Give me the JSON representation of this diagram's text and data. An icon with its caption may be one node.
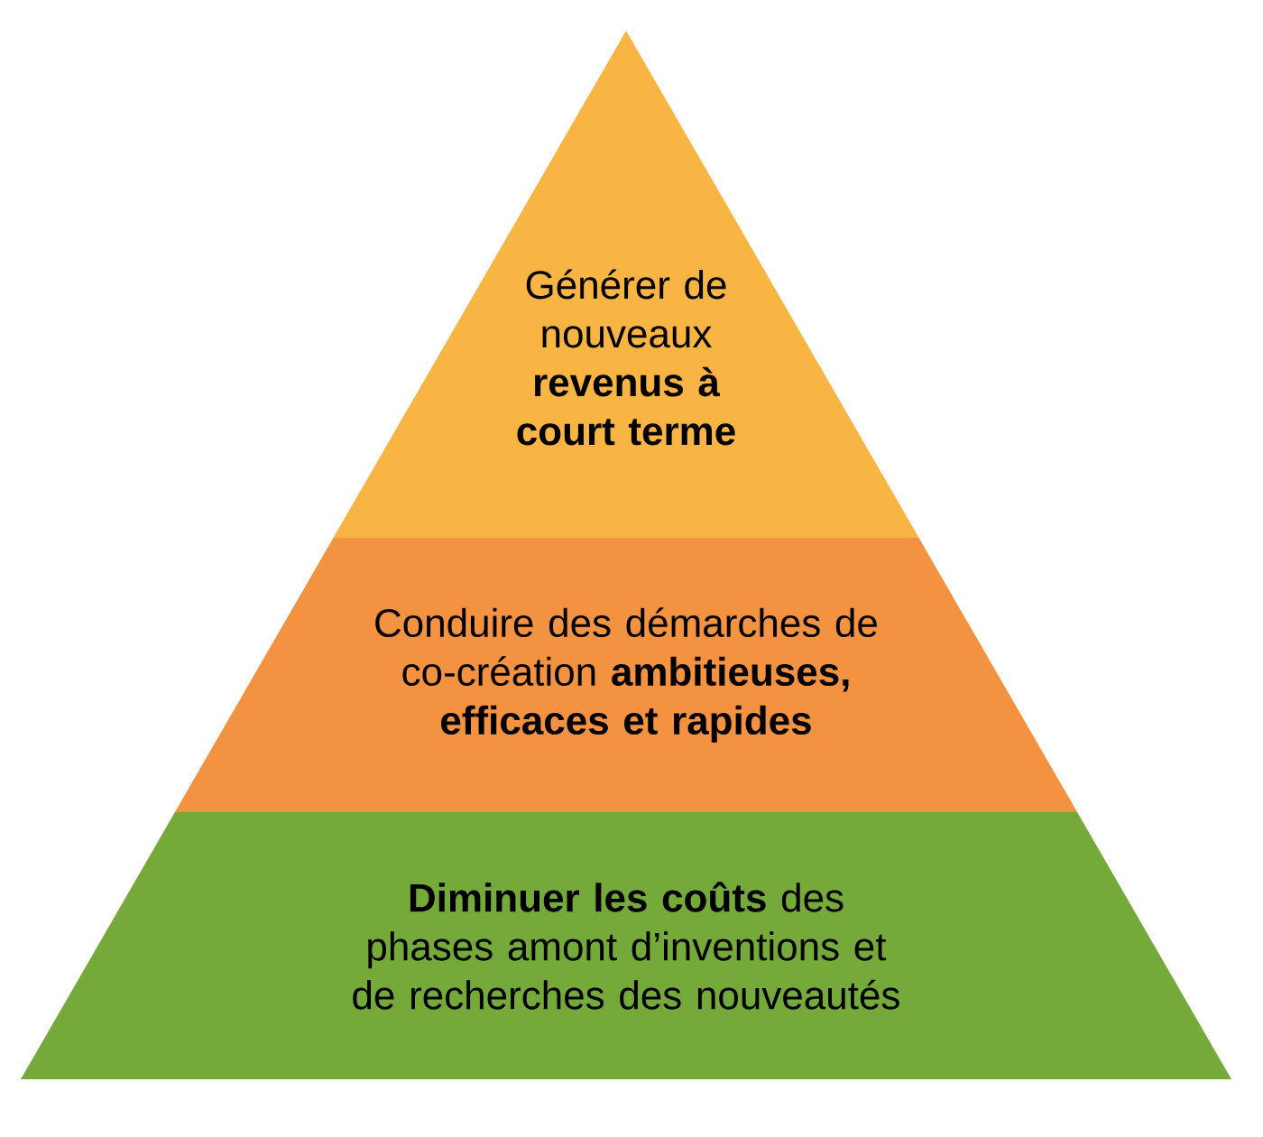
{
  "diagram": {
    "nodes": [
      {
        "text": [
          "Générer de nouveaux **revenus à court terme**"
        ]
      },
      {
        "text": [
          "Conduire des démarches de co-création **ambitieuses, efficaces et rapides**"
        ]
      },
      {
        "text": [
          "**Diminuer les coûts** des phases amont d’inventions et de recherches des nouveautés"
        ]
      }
    ]
  }
}
